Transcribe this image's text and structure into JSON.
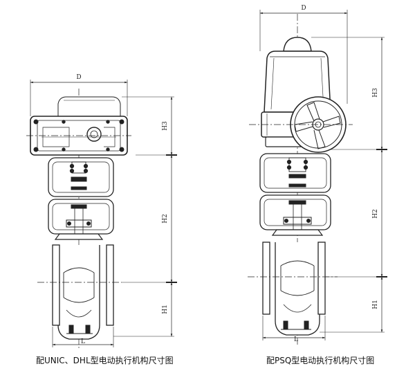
{
  "left_drawing": {
    "dim_width": "D",
    "dim_length": "L",
    "dim_h1": "H1",
    "dim_h2": "H2",
    "dim_h3": "H3",
    "caption": "配UNIC、DHL型电动执行机构尺寸图"
  },
  "right_drawing": {
    "dim_width": "D",
    "dim_length": "L",
    "dim_h1": "H1",
    "dim_h2": "H2",
    "dim_h3": "H3",
    "caption": "配PSQ型电动执行机构尺寸图"
  }
}
